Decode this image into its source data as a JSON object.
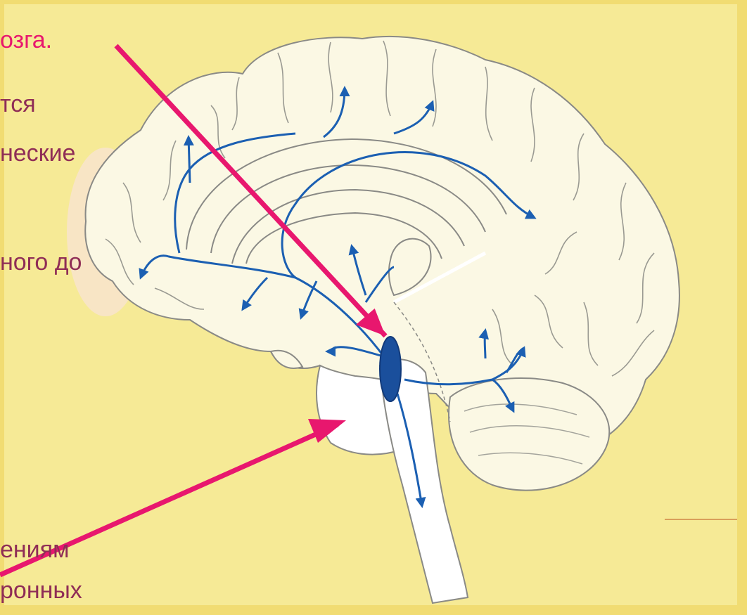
{
  "colors": {
    "background": "#f6ea96",
    "text": "#8f2d56",
    "highlight_text": "#e8176e",
    "arrow": "#e8176e",
    "pathway": "#1b5fb2",
    "nucleus": "#1a4f9c",
    "brain_fill": "#fbf8e4",
    "brain_outline": "#8a8a86"
  },
  "text_lines": [
    {
      "text": "озга.",
      "highlight": true
    },
    {
      "text": "тся",
      "highlight": false
    },
    {
      "text": "неские",
      "highlight": false
    },
    {
      "text": "ного до",
      "highlight": false
    },
    {
      "text": "ениям",
      "highlight": false
    },
    {
      "text": "ронных",
      "highlight": false
    }
  ],
  "icons": {
    "pointer_arrow": "arrow-icon",
    "projection_arrow": "arrowhead-icon"
  }
}
